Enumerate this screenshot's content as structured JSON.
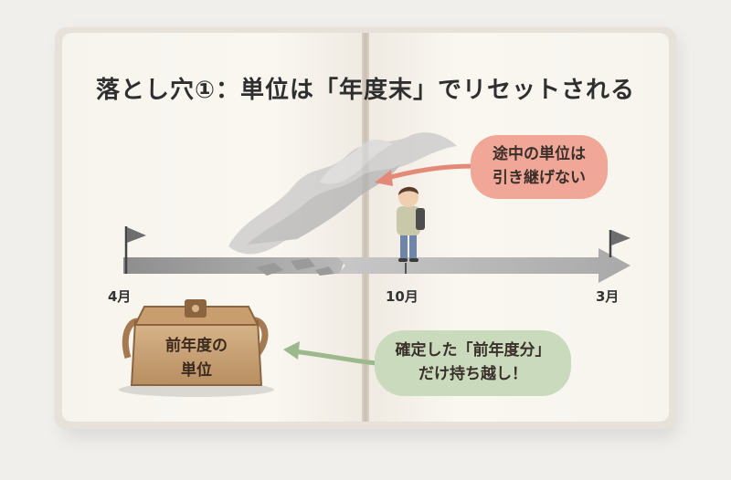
{
  "title": "落とし穴①：単位は「年度末」でリセットされる",
  "timeline": {
    "start_label": "4月",
    "mid_label": "10月",
    "end_label": "3月"
  },
  "callouts": {
    "red": {
      "line1": "途中の単位は",
      "line2": "引き継げない",
      "color": "#f0a797"
    },
    "green": {
      "line1": "確定した「前年度分」",
      "line2": "だけ持ち越し！",
      "color": "#c9dbbc"
    }
  },
  "bag": {
    "line1": "前年度の",
    "line2": "単位"
  },
  "icons": [
    "flag-icon",
    "smoke-icon",
    "person-icon",
    "bag-icon",
    "arrow-icon"
  ]
}
